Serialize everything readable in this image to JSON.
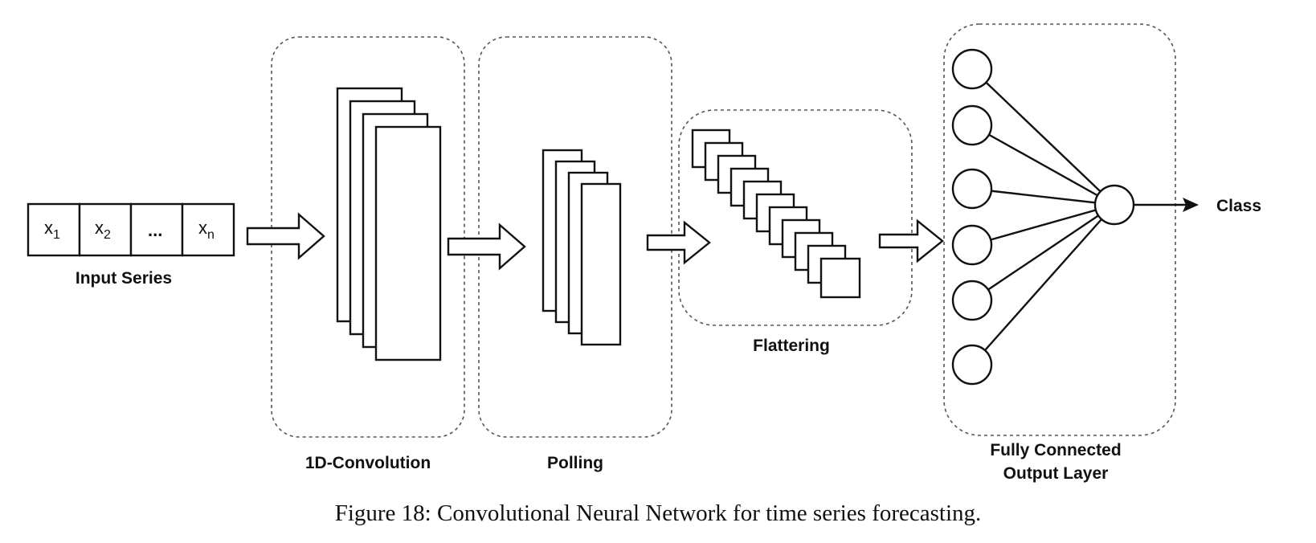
{
  "input": {
    "cells": [
      {
        "base": "x",
        "sub": "1"
      },
      {
        "base": "x",
        "sub": "2"
      },
      {
        "base": "...",
        "sub": ""
      },
      {
        "base": "x",
        "sub": "n"
      }
    ],
    "label": "Input Series"
  },
  "stages": {
    "convolution": "1D-Convolution",
    "pooling": "Polling",
    "flatten": "Flattering",
    "fc_line1": "Fully Connected",
    "fc_line2": "Output Layer"
  },
  "output_label": "Class",
  "caption": "Figure 18: Convolutional Neural Network for time series forecasting."
}
